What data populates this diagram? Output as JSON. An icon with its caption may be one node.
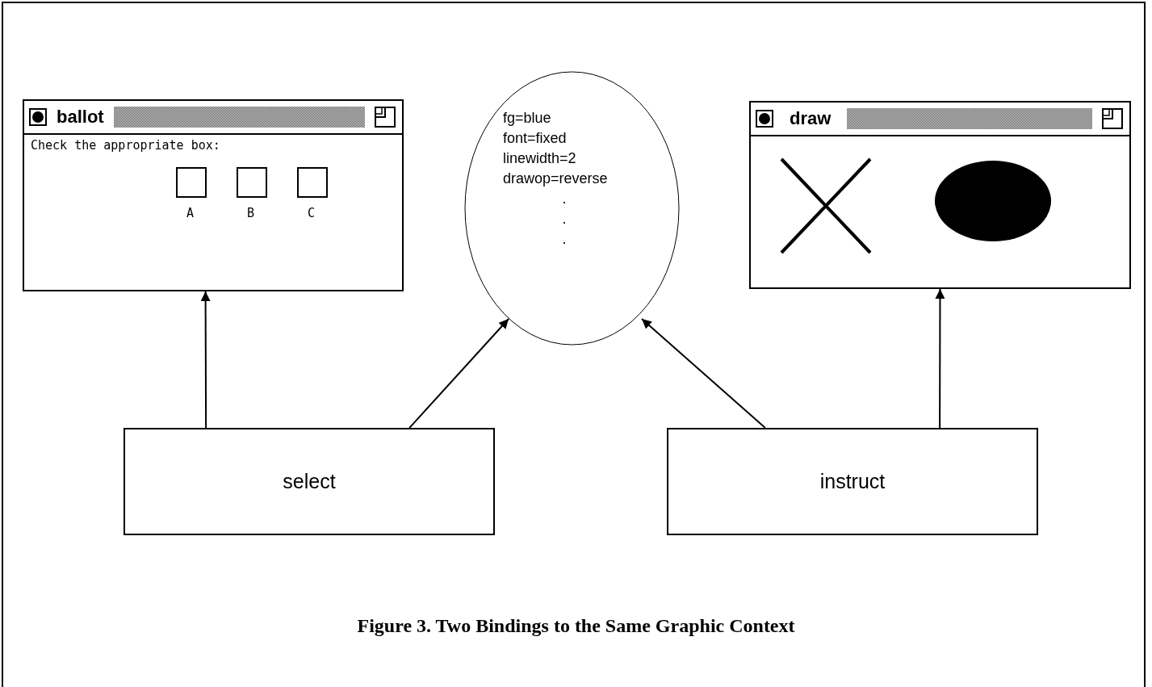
{
  "diagram": {
    "caption": "Figure 3. Two Bindings to the Same Graphic Context",
    "nodes": [
      {
        "text": [
          "ballot",
          "Check the appropriate box:"
        ]
      },
      {
        "text": [
          "fg=blue",
          "font=fixed",
          "linewidth=2",
          "drawop=reverse",
          ".",
          ".",
          "."
        ]
      },
      {
        "text": [
          "draw"
        ]
      },
      {
        "text": [
          "select"
        ]
      },
      {
        "text": [
          "instruct"
        ]
      }
    ],
    "edges": [
      {
        "from": 3,
        "to": 0,
        "arrow": "to"
      },
      {
        "from": 3,
        "to": 1,
        "arrow": "to"
      },
      {
        "from": 4,
        "to": 1,
        "arrow": "to"
      },
      {
        "from": 4,
        "to": 2,
        "arrow": "to"
      }
    ],
    "labels": [
      "A",
      "B",
      "C"
    ]
  }
}
